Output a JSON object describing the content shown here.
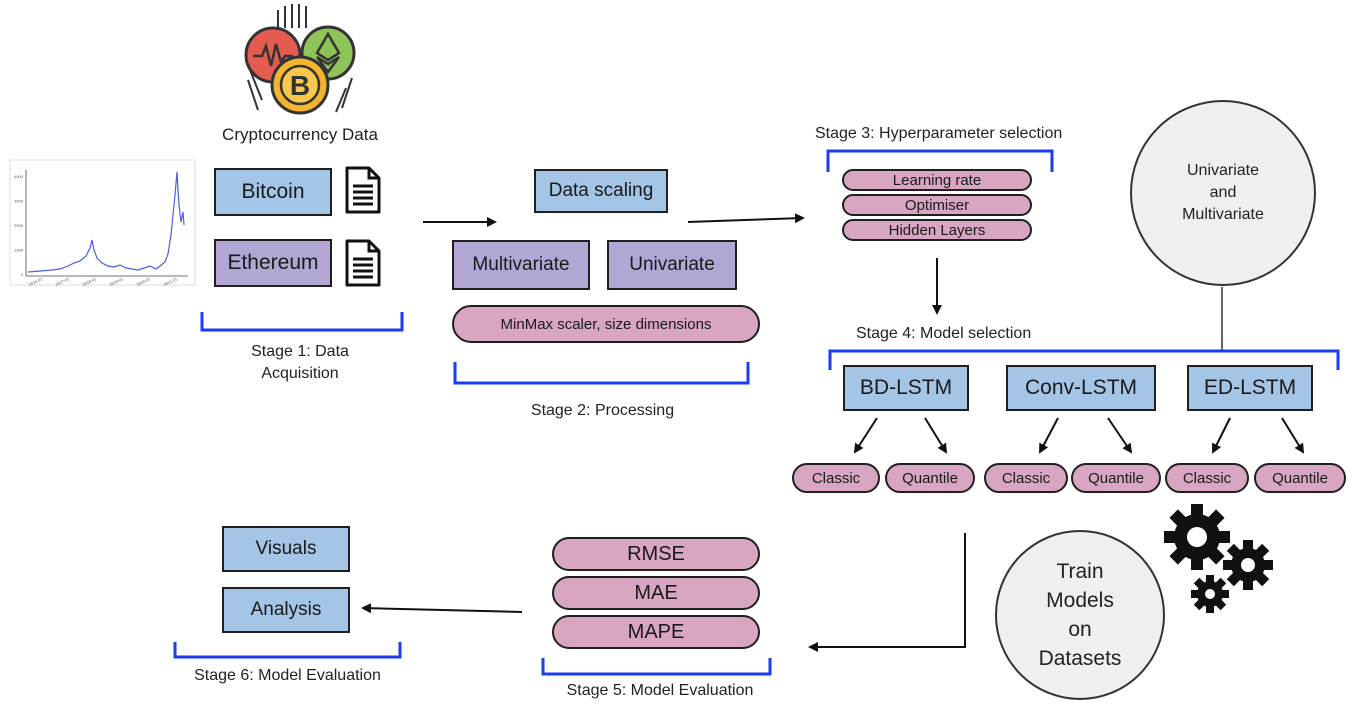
{
  "stage1": {
    "logo_caption": "Cryptocurrency Data",
    "bitcoin": "Bitcoin",
    "ethereum": "Ethereum",
    "label_line1": "Stage 1: Data",
    "label_line2": "Acquisition"
  },
  "stage2": {
    "data_scaling": "Data scaling",
    "multivariate": "Multivariate",
    "univariate": "Univariate",
    "scaler": "MinMax scaler, size dimensions",
    "label": "Stage 2: Processing"
  },
  "stage3": {
    "label": "Stage 3: Hyperparameter selection",
    "params": [
      "Learning rate",
      "Optimiser",
      "Hidden Layers"
    ]
  },
  "univariate_multivariate": {
    "line1": "Univariate",
    "line2": "and",
    "line3": "Multivariate"
  },
  "stage4": {
    "label": "Stage 4: Model selection",
    "models": [
      "BD-LSTM",
      "Conv-LSTM",
      "ED-LSTM"
    ],
    "variants": [
      "Classic",
      "Quantile"
    ]
  },
  "train": {
    "line1": "Train",
    "line2": "Models",
    "line3": "on",
    "line4": "Datasets"
  },
  "stage5": {
    "metrics": [
      "RMSE",
      "MAE",
      "MAPE"
    ],
    "label": "Stage 5: Model Evaluation"
  },
  "stage6": {
    "visuals": "Visuals",
    "analysis": "Analysis",
    "label": "Stage 6: Model Evaluation"
  },
  "colors": {
    "blue_box": "#a4c5e6",
    "purple_box": "#b2a6d4",
    "pink_pill": "#d8a6c0",
    "bracket": "#1a3df0",
    "circle_fill": "#efefef"
  },
  "icons": [
    "crypto-coins-icon",
    "document-icon",
    "gears-icon"
  ],
  "price_thumbnail": {
    "y_ticks": [
      "4000",
      "3000",
      "2000",
      "1000",
      "0"
    ],
    "x_ticks": [
      "2016-01",
      "2017-01",
      "2018-01",
      "2019-01",
      "2020-01",
      "2021-01"
    ]
  }
}
